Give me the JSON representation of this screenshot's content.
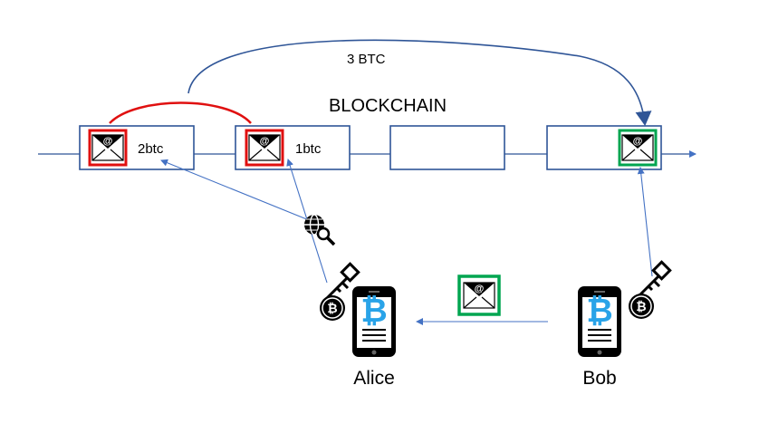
{
  "title": "BLOCKCHAIN",
  "transfer_label": "3 BTC",
  "blocks": [
    {
      "amount": "2btc",
      "marker": "red"
    },
    {
      "amount": "1btc",
      "marker": "red"
    },
    {
      "amount": "",
      "marker": "none"
    },
    {
      "amount": "",
      "marker": "green"
    }
  ],
  "people": {
    "alice": "Alice",
    "bob": "Bob"
  },
  "icons": {
    "envelope": "envelope-icon",
    "key": "key-icon",
    "bitcoin": "bitcoin-icon",
    "phone": "phone-icon",
    "globe_search": "globe-search-icon"
  },
  "colors": {
    "chain": "#2f5597",
    "arrow": "#4472c4",
    "red": "#e01010",
    "green": "#00a550",
    "bitcoin_blue": "#29a3e8"
  }
}
